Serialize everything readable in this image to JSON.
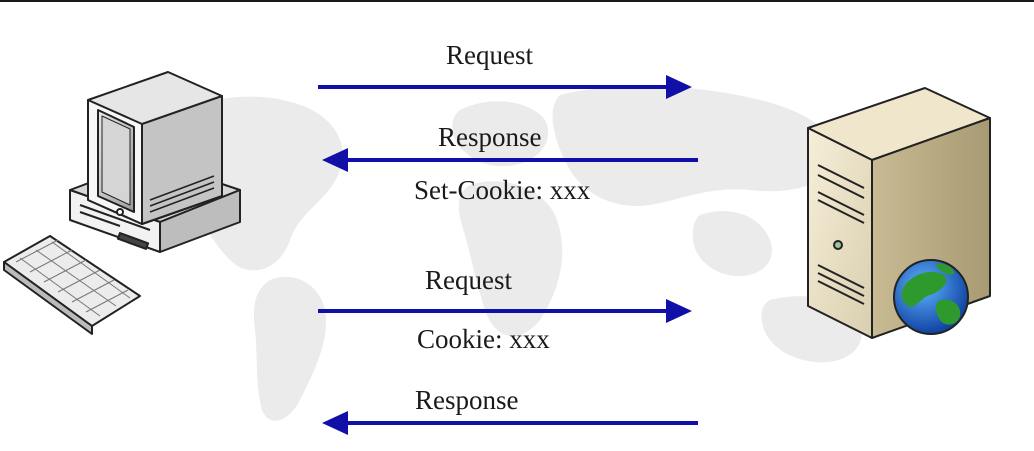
{
  "diagram": {
    "client_icon": "desktop-computer-icon",
    "server_icon": "web-server-icon",
    "globe_icon": "globe-icon",
    "arrow_color": "#1010a8",
    "steps": [
      {
        "label": "Request",
        "direction": "client-to-server"
      },
      {
        "label": "Response",
        "detail": "Set-Cookie: xxx",
        "direction": "server-to-client"
      },
      {
        "label": "Request",
        "detail": "Cookie: xxx",
        "direction": "client-to-server"
      },
      {
        "label": "Response",
        "direction": "server-to-client"
      }
    ]
  }
}
